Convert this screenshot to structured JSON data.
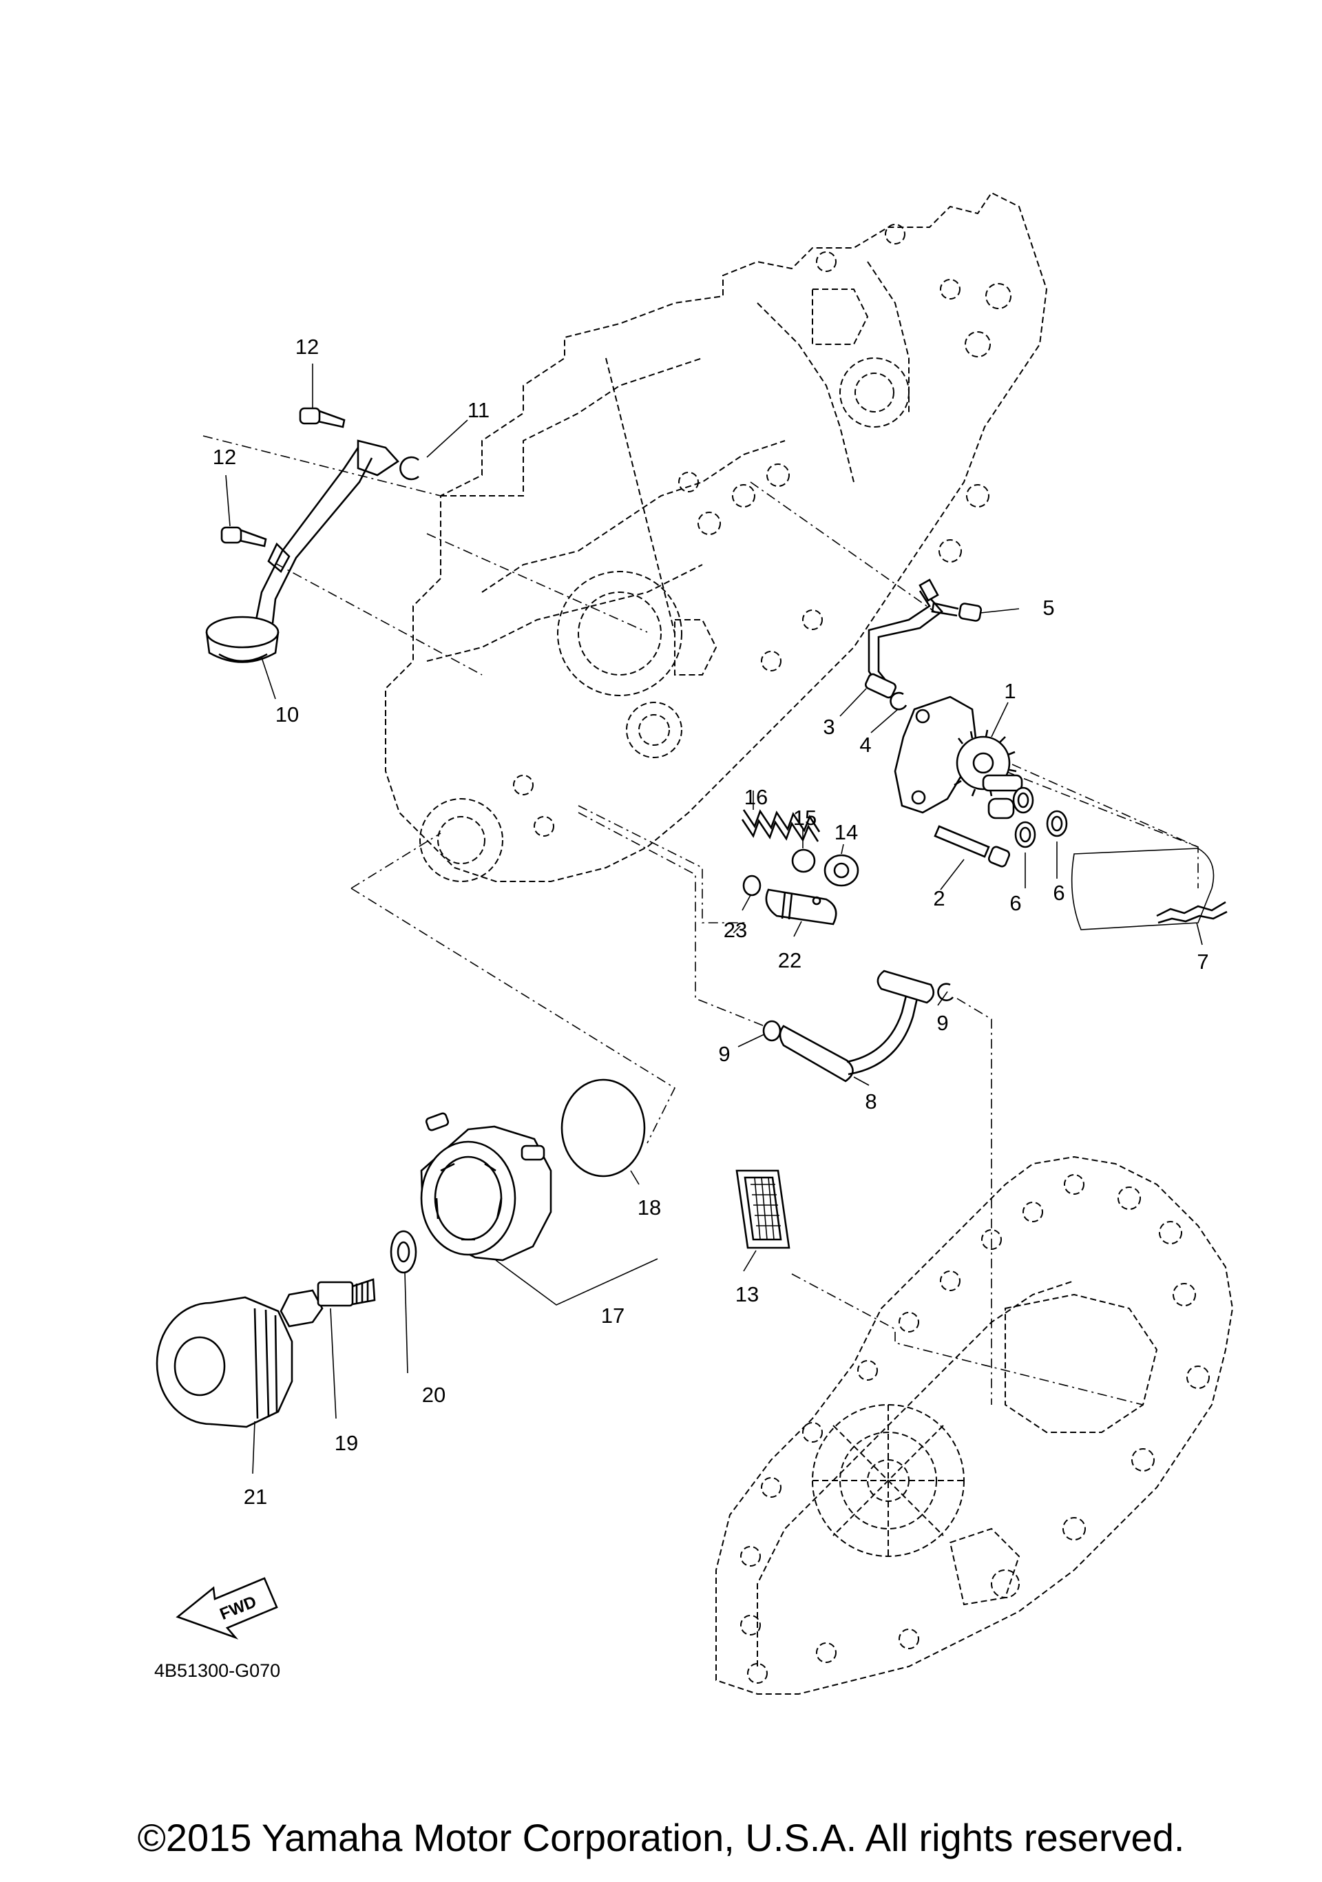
{
  "callouts": [
    {
      "id": "1",
      "text": "1"
    },
    {
      "id": "2",
      "text": "2"
    },
    {
      "id": "3",
      "text": "3"
    },
    {
      "id": "4",
      "text": "4"
    },
    {
      "id": "5",
      "text": "5"
    },
    {
      "id": "6a",
      "text": "6"
    },
    {
      "id": "6b",
      "text": "6"
    },
    {
      "id": "7",
      "text": "7"
    },
    {
      "id": "8",
      "text": "8"
    },
    {
      "id": "9a",
      "text": "9"
    },
    {
      "id": "9b",
      "text": "9"
    },
    {
      "id": "10",
      "text": "10"
    },
    {
      "id": "11",
      "text": "11"
    },
    {
      "id": "12a",
      "text": "12"
    },
    {
      "id": "12b",
      "text": "12"
    },
    {
      "id": "13",
      "text": "13"
    },
    {
      "id": "14",
      "text": "14"
    },
    {
      "id": "15",
      "text": "15"
    },
    {
      "id": "16",
      "text": "16"
    },
    {
      "id": "17",
      "text": "17"
    },
    {
      "id": "18",
      "text": "18"
    },
    {
      "id": "19",
      "text": "19"
    },
    {
      "id": "20",
      "text": "20"
    },
    {
      "id": "21",
      "text": "21"
    },
    {
      "id": "22",
      "text": "22"
    },
    {
      "id": "23",
      "text": "23"
    }
  ],
  "fwd_arrow_text": "FWD",
  "diagram_code": "4B51300-G070",
  "copyright": "©2015 Yamaha Motor Corporation, U.S.A. All rights reserved."
}
